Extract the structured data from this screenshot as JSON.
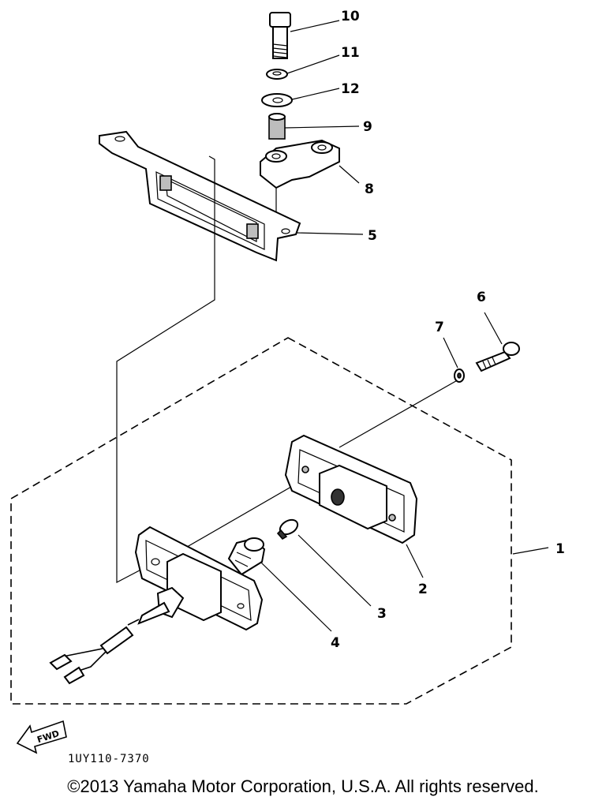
{
  "callouts": [
    {
      "id": "10",
      "label": "10"
    },
    {
      "id": "11",
      "label": "11"
    },
    {
      "id": "12",
      "label": "12"
    },
    {
      "id": "9",
      "label": "9"
    },
    {
      "id": "8",
      "label": "8"
    },
    {
      "id": "5",
      "label": "5"
    },
    {
      "id": "6",
      "label": "6"
    },
    {
      "id": "7",
      "label": "7"
    },
    {
      "id": "1",
      "label": "1"
    },
    {
      "id": "2",
      "label": "2"
    },
    {
      "id": "3",
      "label": "3"
    },
    {
      "id": "4",
      "label": "4"
    }
  ],
  "fwd_label": "FWD",
  "part_code": "1UY110-7370",
  "copyright": "©2013 Yamaha Motor Corporation, U.S.A. All rights reserved."
}
